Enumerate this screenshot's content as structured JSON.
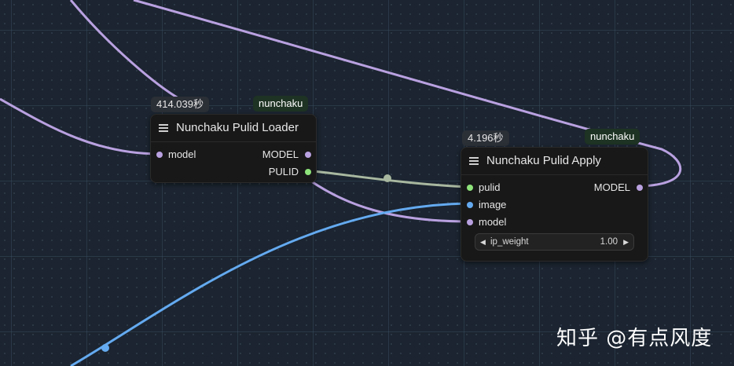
{
  "colors": {
    "background": "#1b2430",
    "model_link": "#b9a1e0",
    "pulid_link": "#a8b8a0",
    "image_link": "#64aaf0",
    "model_dot": "#b9a1e0",
    "pulid_dot": "#8ee37a",
    "image_dot": "#64aaf0"
  },
  "loader": {
    "time": "414.039秒",
    "tag": "nunchaku",
    "title": "Nunchaku Pulid Loader",
    "inputs": [
      "model"
    ],
    "outputs": [
      "MODEL",
      "PULID"
    ]
  },
  "apply": {
    "time": "4.196秒",
    "tag": "nunchaku",
    "title": "Nunchaku Pulid Apply",
    "inputs": [
      "pulid",
      "image",
      "model"
    ],
    "outputs": [
      "MODEL"
    ],
    "widget": {
      "name": "ip_weight",
      "value": "1.00",
      "left_arrow": "◀",
      "right_arrow": "▶"
    }
  },
  "watermark": "知乎 @有点风度"
}
